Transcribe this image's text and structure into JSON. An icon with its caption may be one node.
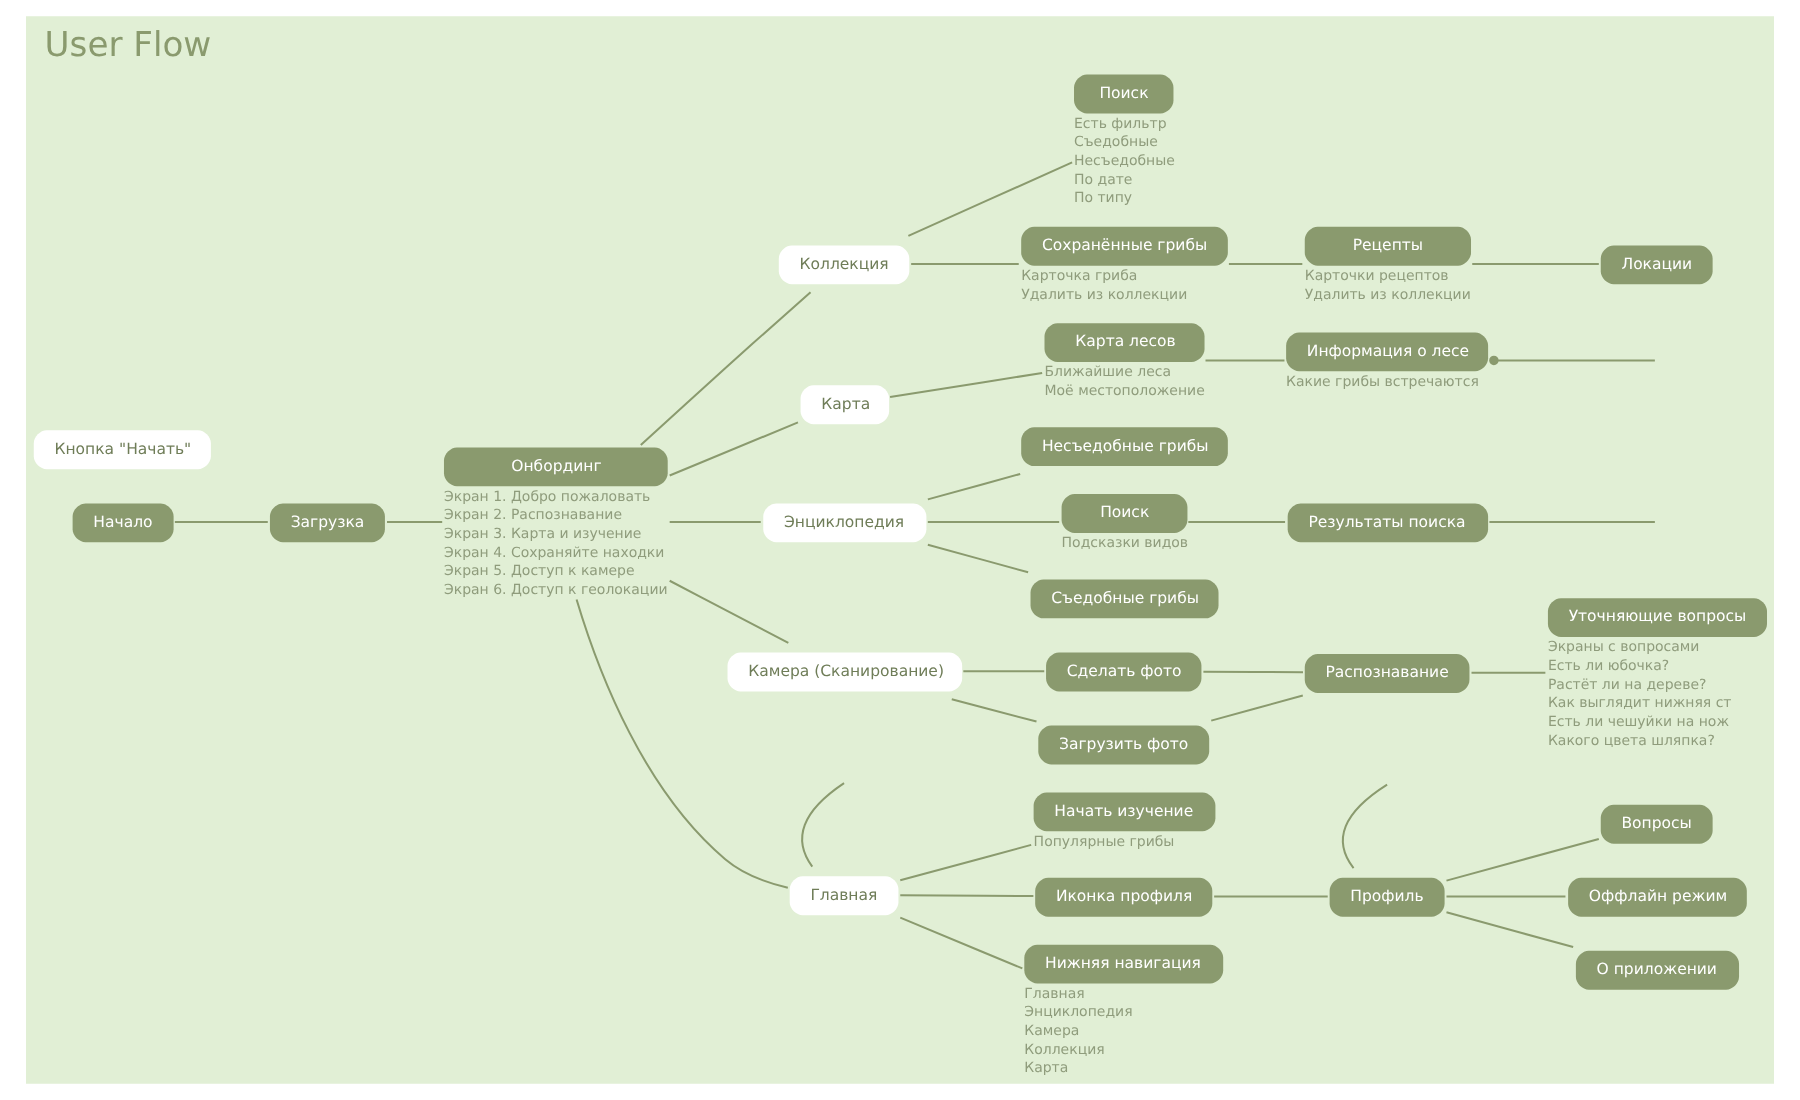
{
  "diagram": {
    "title": "User Flow",
    "nodes": [
      {
        "text": [
          "Начало"
        ]
      },
      {
        "text": [
          "Загрузка"
        ]
      },
      {
        "text": [
          "Онбординг"
        ],
        "beside": [
          "Экран 1. Добро пожаловать",
          "Экран 2. Распознавание",
          "Экран 3. Карта и изучение",
          "Экран 4. Сохраняйте находки",
          "Экран 5. Доступ к камере",
          "Экран 6. Доступ к геолокации"
        ]
      },
      {
        "text": [
          "Кнопка \"Начать\""
        ]
      },
      {
        "text": [
          "Главная"
        ]
      },
      {
        "text": [
          "Начать изучение"
        ],
        "beside": [
          "Популярные грибы"
        ]
      },
      {
        "text": [
          "Иконка профиля"
        ]
      },
      {
        "text": [
          "Нижняя навигация"
        ],
        "beside": [
          "Главная",
          "Энциклопедия",
          "Камера",
          "Коллекция",
          "Карта"
        ]
      },
      {
        "text": [
          "Профиль"
        ]
      },
      {
        "text": [
          "Вопросы"
        ]
      },
      {
        "text": [
          "Оффлайн режим"
        ]
      },
      {
        "text": [
          "О приложении"
        ]
      },
      {
        "text": [
          "Энциклопедия"
        ]
      },
      {
        "text": [
          "Съедобные грибы"
        ]
      },
      {
        "text": [
          "Несъедобные грибы"
        ]
      },
      {
        "text": [
          "Поиск"
        ],
        "beside": [
          "Подсказки видов"
        ]
      },
      {
        "text": [
          "Результаты поиска"
        ]
      },
      {
        "text": [
          "Камера (Сканирование)"
        ]
      },
      {
        "text": [
          "Сделать фото"
        ]
      },
      {
        "text": [
          "Загрузить фото"
        ]
      },
      {
        "text": [
          "Распознавание"
        ]
      },
      {
        "text": [
          "Уточняющие вопросы"
        ],
        "beside": [
          "Экраны с вопросами",
          "Есть ли юбочка?",
          "Растёт ли на дереве?",
          "Как выглядит нижняя ст",
          "Есть ли чешуйки на нож",
          "Какого цвета шляпка?"
        ]
      },
      {
        "text": [
          "Коллекция"
        ]
      },
      {
        "text": [
          "Сохранённые грибы"
        ],
        "beside": [
          "Карточка гриба",
          "Удалить из коллекции"
        ]
      },
      {
        "text": [
          "Рецепты"
        ],
        "beside": [
          "Карточки рецептов",
          "Удалить из коллекции"
        ]
      },
      {
        "text": [
          "Локации"
        ]
      },
      {
        "text": [
          "Поиск"
        ],
        "beside": [
          "Есть фильтр",
          "Съедобные",
          "Несъедобные",
          "По дате",
          "По типу"
        ]
      },
      {
        "text": [
          "Карта"
        ]
      },
      {
        "text": [
          "Карта лесов"
        ],
        "beside": [
          "Ближайшие леса",
          "Моё местоположение"
        ]
      },
      {
        "text": [
          "Информация о лесе"
        ],
        "beside": [
          "Какие грибы встречаются"
        ]
      }
    ],
    "edges": [
      {
        "from": 0,
        "to": 1,
        "arrow": "none"
      },
      {
        "from": 1,
        "to": 2,
        "arrow": "none"
      },
      {
        "from": 2,
        "to": 4,
        "arrow": "none"
      },
      {
        "from": 2,
        "to": 12,
        "arrow": "none"
      },
      {
        "from": 2,
        "to": 17,
        "arrow": "none"
      },
      {
        "from": 2,
        "to": 22,
        "arrow": "none"
      },
      {
        "from": 2,
        "to": 27,
        "arrow": "none"
      },
      {
        "from": 4,
        "to": 5,
        "arrow": "none"
      },
      {
        "from": 4,
        "to": 6,
        "arrow": "none"
      },
      {
        "from": 4,
        "to": 7,
        "arrow": "none"
      },
      {
        "from": 4,
        "to": null,
        "arrow": "none"
      },
      {
        "from": 6,
        "to": 8,
        "arrow": "none"
      },
      {
        "from": 8,
        "to": 9,
        "arrow": "none"
      },
      {
        "from": 8,
        "to": 10,
        "arrow": "none"
      },
      {
        "from": 8,
        "to": 11,
        "arrow": "none"
      },
      {
        "from": 8,
        "to": null,
        "arrow": "none"
      },
      {
        "from": 12,
        "to": 13,
        "arrow": "none"
      },
      {
        "from": 12,
        "to": 14,
        "arrow": "none"
      },
      {
        "from": 12,
        "to": 15,
        "arrow": "none"
      },
      {
        "from": 15,
        "to": 16,
        "arrow": "none"
      },
      {
        "from": 16,
        "to": null,
        "arrow": "none"
      },
      {
        "from": 17,
        "to": 18,
        "arrow": "none"
      },
      {
        "from": 17,
        "to": 19,
        "arrow": "none"
      },
      {
        "from": 18,
        "to": 20,
        "arrow": "none"
      },
      {
        "from": 19,
        "to": 20,
        "arrow": "none"
      },
      {
        "from": 20,
        "to": 21,
        "arrow": "none"
      },
      {
        "from": 22,
        "to": 23,
        "arrow": "none"
      },
      {
        "from": 22,
        "to": 26,
        "arrow": "none"
      },
      {
        "from": 23,
        "to": 24,
        "arrow": "none"
      },
      {
        "from": 24,
        "to": 25,
        "arrow": "none"
      },
      {
        "from": 27,
        "to": 28,
        "arrow": "none"
      },
      {
        "from": 28,
        "to": 29,
        "arrow": "none"
      },
      {
        "from": 29,
        "to": null,
        "arrow": "other"
      }
    ]
  }
}
